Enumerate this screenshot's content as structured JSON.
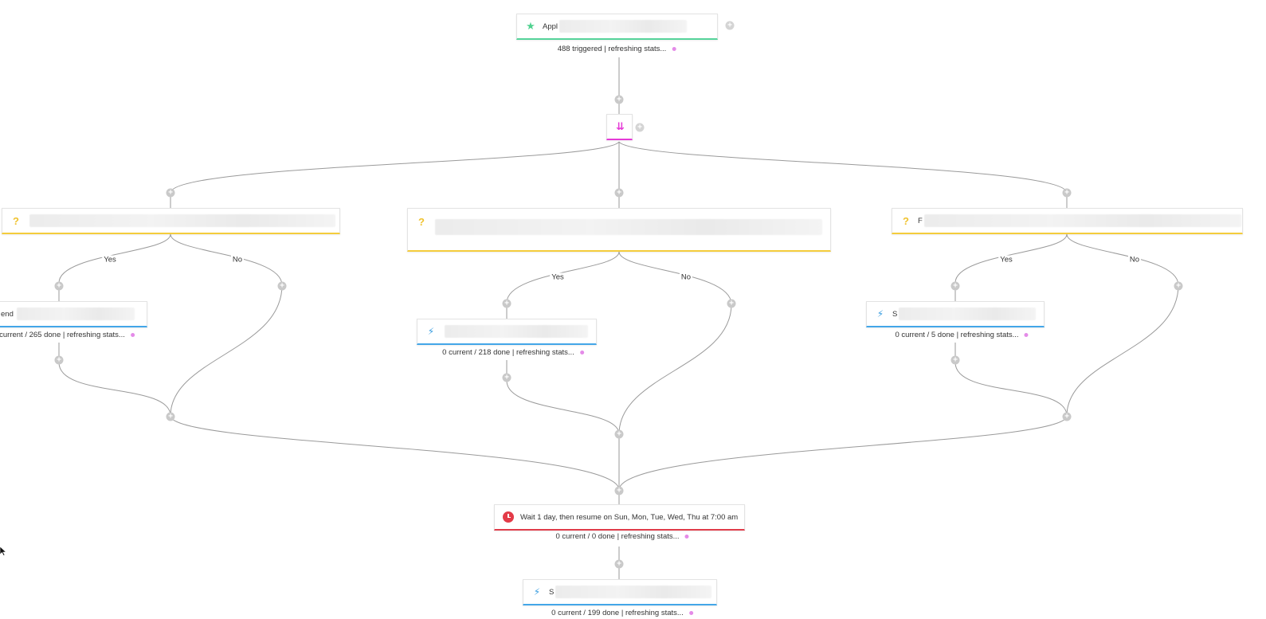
{
  "trigger": {
    "label_prefix": "Appl",
    "icon": "star-icon",
    "stats": "488 triggered | refreshing stats..."
  },
  "split": {
    "icon": "split-icon"
  },
  "branches": {
    "left_condition": {
      "label_prefix": "",
      "icon": "question-icon"
    },
    "middle_condition": {
      "label_prefix": "",
      "icon": "question-icon"
    },
    "right_condition": {
      "label_prefix": "F",
      "icon": "question-icon"
    },
    "yes_label": "Yes",
    "no_label": "No"
  },
  "actions": {
    "left": {
      "label_prefix": "end",
      "stats": "current / 265 done | refreshing stats..."
    },
    "middle": {
      "label_prefix": "",
      "stats": "0 current / 218 done | refreshing stats..."
    },
    "right": {
      "label_prefix": "S",
      "stats": "0 current / 5 done | refreshing stats..."
    }
  },
  "wait": {
    "label": "Wait 1 day, then resume on Sun, Mon, Tue, Wed, Thu at 7:00 am",
    "stats": "0 current / 0 done | refreshing stats..."
  },
  "final": {
    "label_prefix": "S",
    "stats": "0 current / 199 done | refreshing stats..."
  },
  "colors": {
    "trigger": "#55d39a",
    "condition": "#f4cc3c",
    "action": "#43a6e8",
    "wait": "#e03c4b",
    "split": "#e53ad6",
    "status_dot": "#e48be8"
  }
}
